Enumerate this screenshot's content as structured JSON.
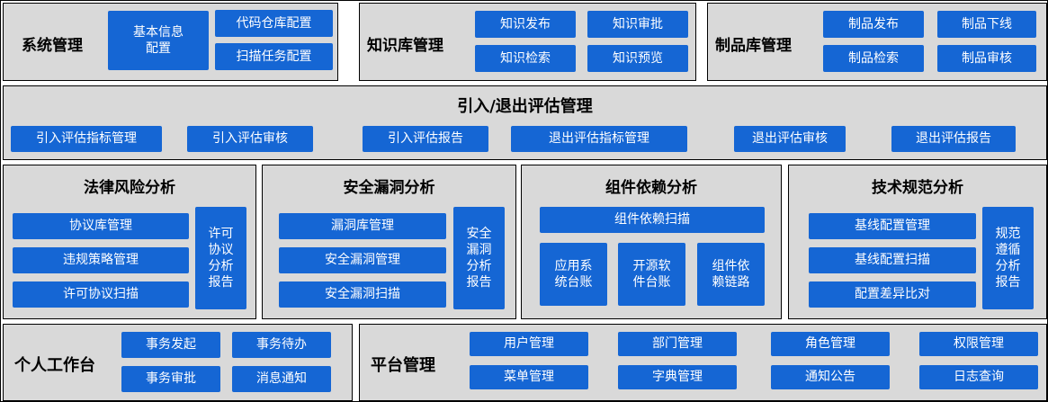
{
  "colors": {
    "panel_bg": "#d9d9d9",
    "button_bg": "#1566d4",
    "button_text": "#ffffff",
    "title_color": "#000000"
  },
  "panels": {
    "system": {
      "title": "系统管理",
      "btn_basic_info": [
        "基本信息",
        "配置"
      ],
      "btn_code_repo": "代码仓库配置",
      "btn_scan_task": "扫描任务配置"
    },
    "knowledge": {
      "title": "知识库管理",
      "btn_publish": "知识发布",
      "btn_approval": "知识审批",
      "btn_search": "知识检索",
      "btn_preview": "知识预览"
    },
    "product": {
      "title": "制品库管理",
      "btn_publish": "制品发布",
      "btn_offline": "制品下线",
      "btn_search": "制品检索",
      "btn_review": "制品审核"
    },
    "evaluation": {
      "title": "引入/退出评估管理",
      "btn_intro_metrics": "引入评估指标管理",
      "btn_intro_review": "引入评估审核",
      "btn_intro_report": "引入评估报告",
      "btn_exit_metrics": "退出评估指标管理",
      "btn_exit_review": "退出评估审核",
      "btn_exit_report": "退出评估报告"
    },
    "legal": {
      "title": "法律风险分析",
      "btn_protocol_lib": "协议库管理",
      "btn_violation_policy": "违规策略管理",
      "btn_license_scan": "许可协议扫描",
      "btn_report": [
        "许可",
        "协议",
        "分析",
        "报告"
      ]
    },
    "security": {
      "title": "安全漏洞分析",
      "btn_vuln_lib": "漏洞库管理",
      "btn_vuln_mgmt": "安全漏洞管理",
      "btn_vuln_scan": "安全漏洞扫描",
      "btn_report": [
        "安全",
        "漏洞",
        "分析",
        "报告"
      ]
    },
    "component": {
      "title": "组件依赖分析",
      "btn_dep_scan": "组件依赖扫描",
      "btn_app_ledger": [
        "应用系",
        "统台账"
      ],
      "btn_oss_ledger": [
        "开源软",
        "件台账"
      ],
      "btn_dep_chain": [
        "组件依",
        "赖链路"
      ]
    },
    "tech": {
      "title": "技术规范分析",
      "btn_baseline_mgmt": "基线配置管理",
      "btn_baseline_scan": "基线配置扫描",
      "btn_diff_compare": "配置差异比对",
      "btn_report": [
        "规范",
        "遵循",
        "分析",
        "报告"
      ]
    },
    "personal": {
      "title": "个人工作台",
      "btn_initiate": "事务发起",
      "btn_todo": "事务待办",
      "btn_approve": "事务审批",
      "btn_notice": "消息通知"
    },
    "platform": {
      "title": "平台管理",
      "btn_user": "用户管理",
      "btn_dept": "部门管理",
      "btn_role": "角色管理",
      "btn_perm": "权限管理",
      "btn_menu": "菜单管理",
      "btn_dict": "字典管理",
      "btn_announce": "通知公告",
      "btn_log": "日志查询"
    }
  }
}
